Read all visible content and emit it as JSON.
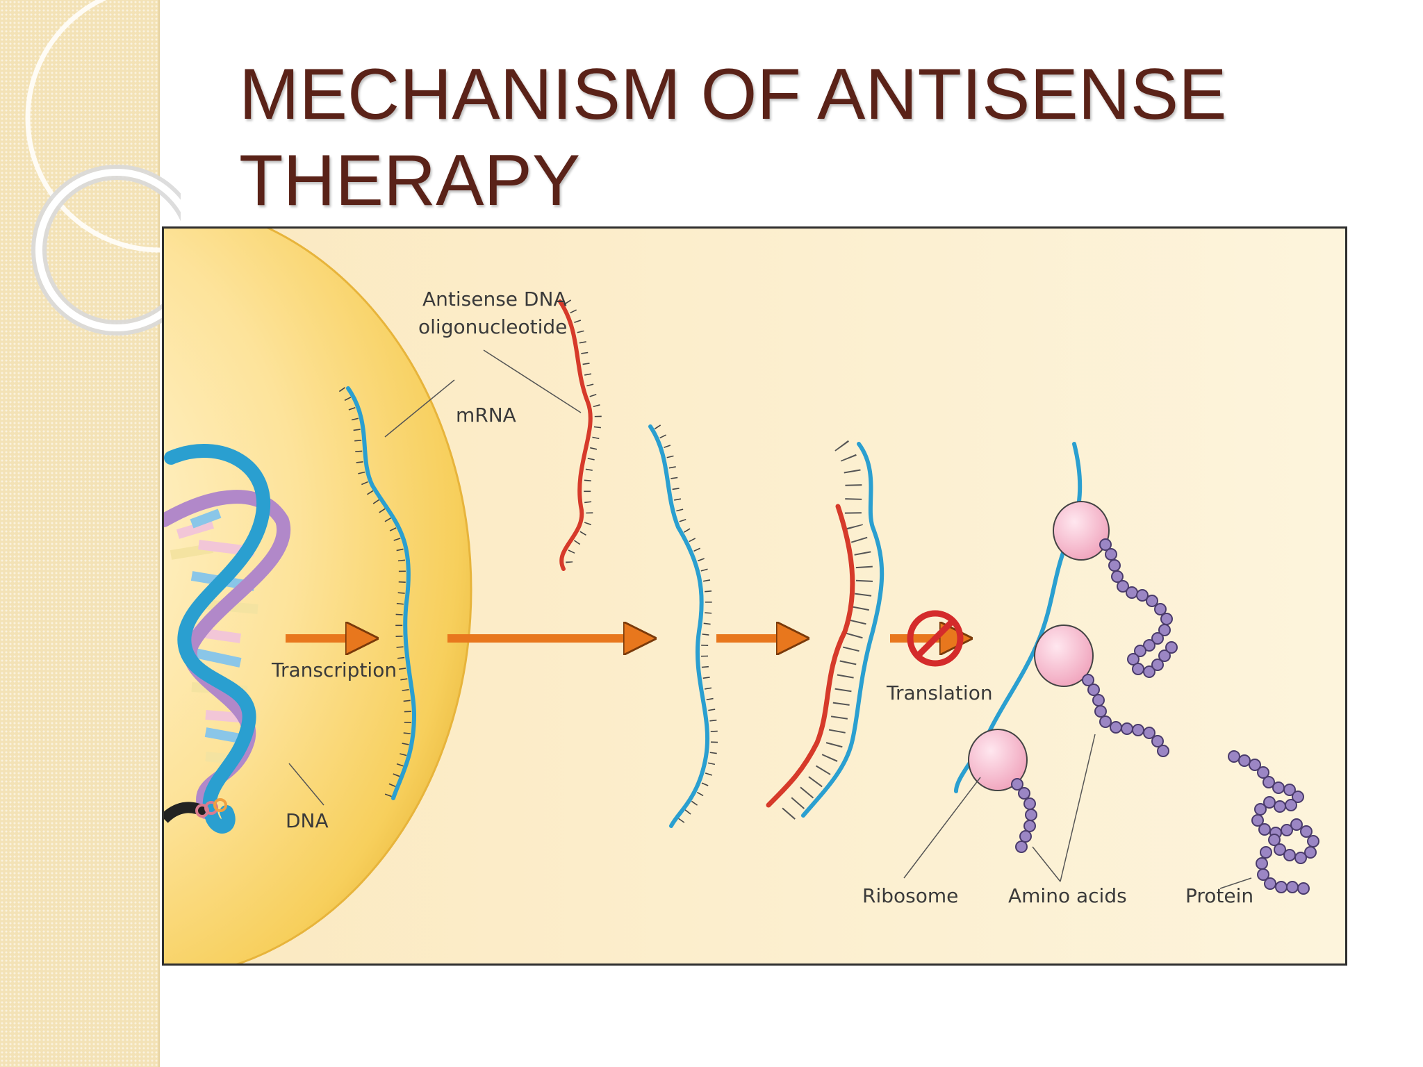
{
  "title": {
    "line1": "MECHANISM OF ANTISENSE",
    "line2": "THERAPY"
  },
  "diagram": {
    "labels": {
      "antisense_line1": "Antisense DNA",
      "antisense_line2": "oligonucleotide",
      "mrna": "mRNA",
      "transcription": "Transcription",
      "dna": "DNA",
      "translation": "Translation",
      "ribosome": "Ribosome",
      "amino_acids": "Amino acids",
      "protein": "Protein"
    },
    "colors": {
      "title_text": "#5a2218",
      "mrna_strand": "#2a9fd0",
      "antisense_strand": "#d63a2a",
      "arrow": "#e8771d",
      "nucleus": "#f7cf5c",
      "ribosome": "#f5b5c9",
      "amino_acid": "#9b86c4",
      "block_symbol": "#d42b2b",
      "panel_background": "#fdf1d3"
    }
  }
}
